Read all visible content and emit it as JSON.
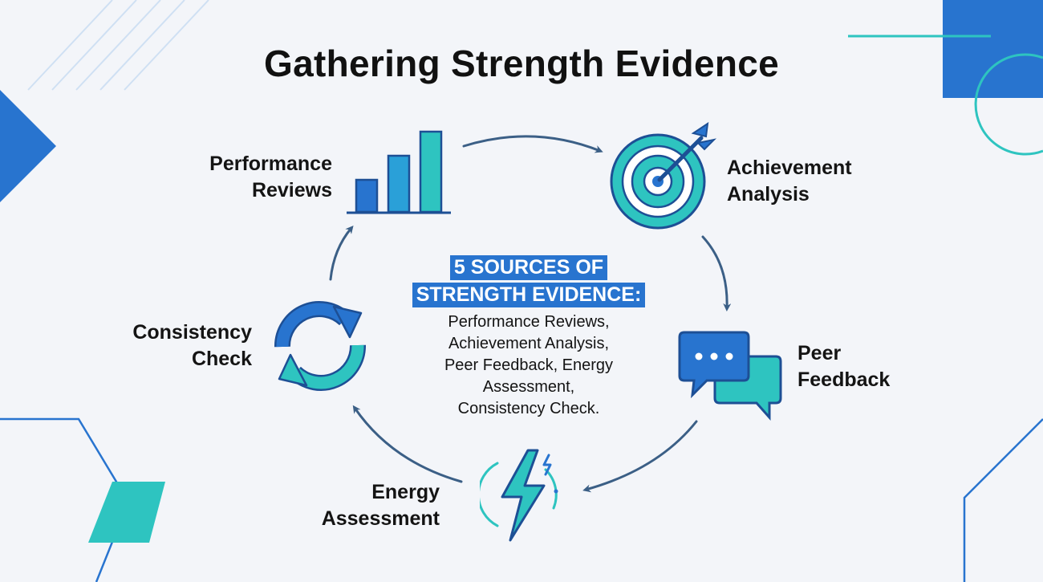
{
  "title": "Gathering Strength Evidence",
  "steps": [
    {
      "label_line1": "Performance",
      "label_line2": "Reviews",
      "icon": "bar-chart-icon"
    },
    {
      "label_line1": "Achievement",
      "label_line2": "Analysis",
      "icon": "target-icon"
    },
    {
      "label_line1": "Peer",
      "label_line2": "Feedback",
      "icon": "chat-bubbles-icon"
    },
    {
      "label_line1": "Energy",
      "label_line2": "Assessment",
      "icon": "lightning-icon"
    },
    {
      "label_line1": "Consistency",
      "label_line2": "Check",
      "icon": "refresh-cycle-icon"
    }
  ],
  "center": {
    "heading_line1": "5 SOURCES OF",
    "heading_line2": "STRENGTH EVIDENCE:",
    "body_lines": [
      "Performance Reviews,",
      "Achievement Analysis,",
      "Peer Feedback, Energy",
      "Assessment,",
      "Consistency Check."
    ]
  },
  "colors": {
    "blue": "#2874cf",
    "teal": "#2ec4c0",
    "dark_arrow": "#3b5f86",
    "background": "#f3f5f9"
  }
}
